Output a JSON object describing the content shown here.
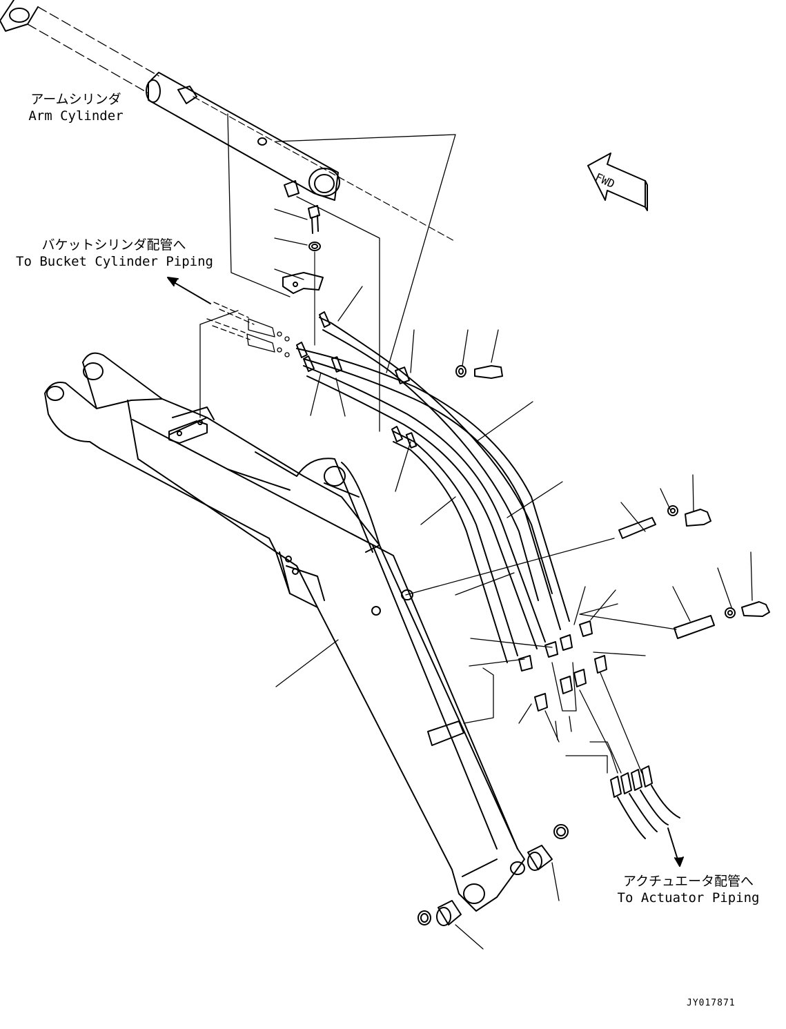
{
  "labels": {
    "arm_cylinder_jp": "アームシリンダ",
    "arm_cylinder_en": "Arm Cylinder",
    "bucket_piping_jp": "バケットシリンダ配管へ",
    "bucket_piping_en": "To Bucket Cylinder Piping",
    "actuator_piping_jp": "アクチュエータ配管へ",
    "actuator_piping_en": "To Actuator Piping",
    "fwd": "FWD",
    "drawing_code": "JY017871"
  },
  "colors": {
    "line": "#000000",
    "background": "#ffffff"
  }
}
